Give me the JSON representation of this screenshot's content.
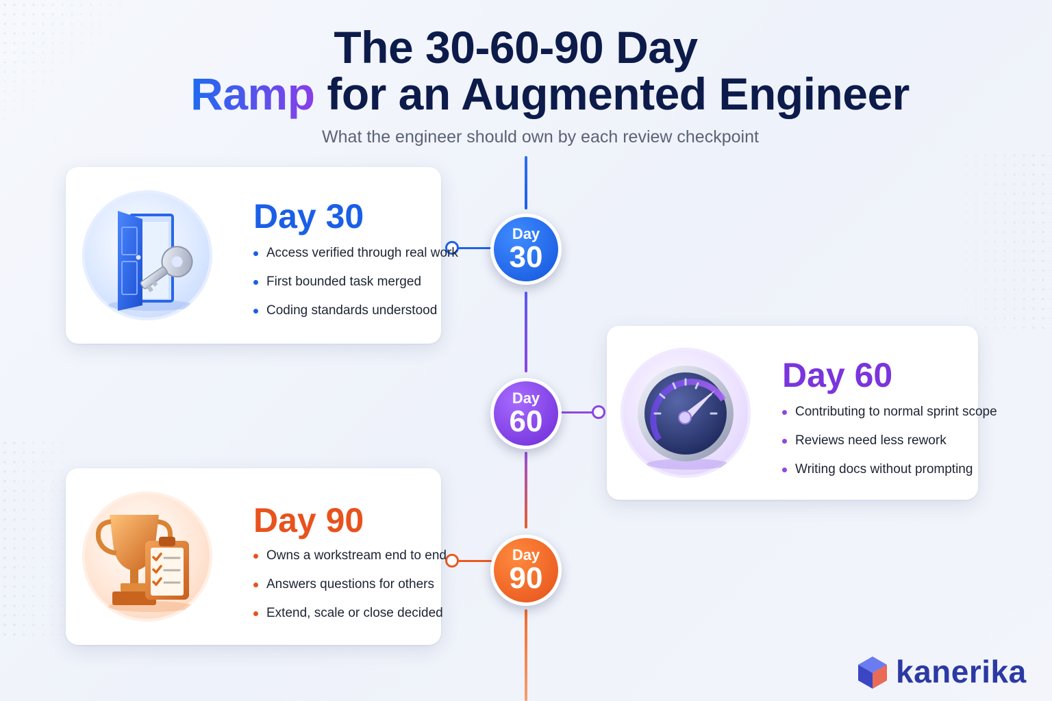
{
  "header": {
    "title_line1": "The 30-60-90 Day",
    "title_highlight": "Ramp",
    "title_line2_rest": " for an Augmented Engineer",
    "subtitle": "What the engineer should own by each review checkpoint"
  },
  "milestones": [
    {
      "node_day": "Day",
      "node_number": "30",
      "title": "Day 30",
      "icon": "door-key-icon",
      "color": "#1a5fe6",
      "items": [
        "Access verified through real work",
        "First bounded task merged",
        "Coding standards understood"
      ]
    },
    {
      "node_day": "Day",
      "node_number": "60",
      "title": "Day 60",
      "icon": "speedometer-icon",
      "color": "#7a35dc",
      "items": [
        "Contributing to normal sprint scope",
        "Reviews need less rework",
        "Writing docs without prompting"
      ]
    },
    {
      "node_day": "Day",
      "node_number": "90",
      "title": "Day 90",
      "icon": "trophy-checklist-icon",
      "color": "#e8521d",
      "items": [
        "Owns a workstream end to end",
        "Answers questions for others",
        "Extend, scale or close decided"
      ]
    }
  ],
  "brand": {
    "name": "kanerika",
    "icon": "cube-logo-icon"
  }
}
